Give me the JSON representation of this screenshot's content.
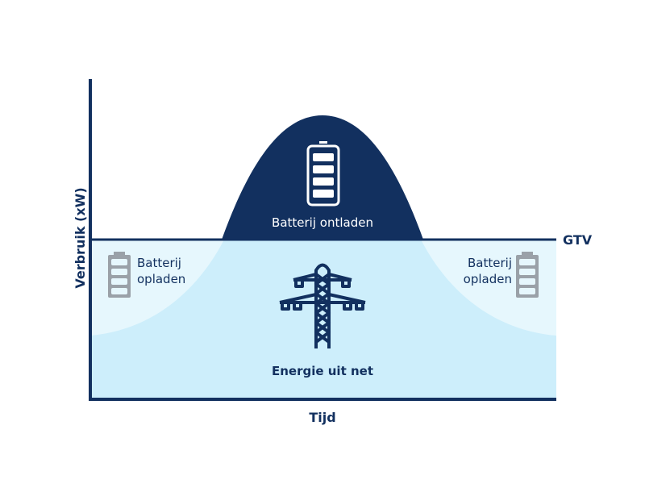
{
  "axes": {
    "y_label": "Verbruik (xW)",
    "x_label": "Tijd"
  },
  "threshold_label": "GTV",
  "regions": {
    "peak": "Batterij ontladen",
    "grid": "Energie uit net",
    "charge_left": [
      "Batterij",
      "opladen"
    ],
    "charge_right": [
      "Batterij",
      "opladen"
    ]
  },
  "colors": {
    "navy": "#12305f",
    "grid_fill": "#cdeefb",
    "charge_fill": "#e6f7fd",
    "battery_grey": "#9aa1a8"
  }
}
